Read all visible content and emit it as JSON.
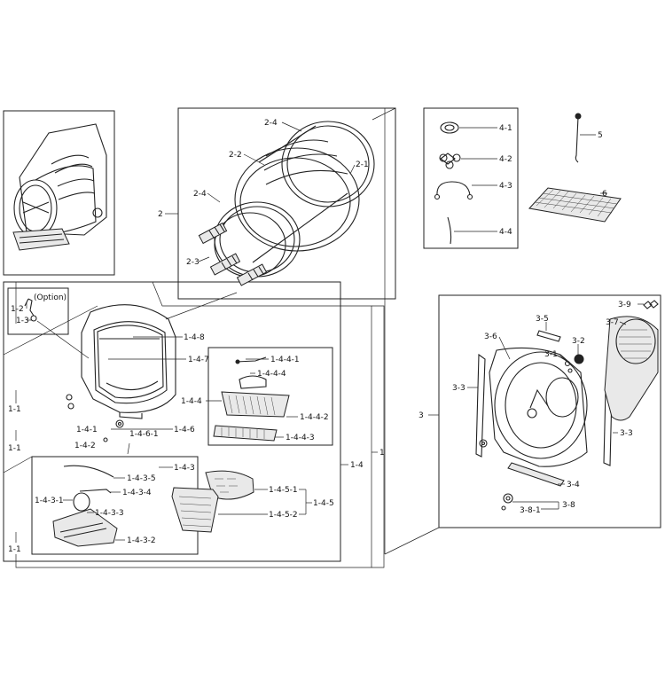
{
  "labels": {
    "l_1": "1",
    "l_1_1a": "1-1",
    "l_1_1b": "1-1",
    "l_1_1c": "1-1",
    "l_1_2": "1-2",
    "l_1_3": "1-3",
    "l_option": "(Option)",
    "l_1_4": "1-4",
    "l_1_4_1": "1-4-1",
    "l_1_4_2": "1-4-2",
    "l_1_4_3": "1-4-3",
    "l_1_4_3_1": "1-4-3-1",
    "l_1_4_3_2": "1-4-3-2",
    "l_1_4_3_3": "1-4-3-3",
    "l_1_4_3_4": "1-4-3-4",
    "l_1_4_3_5": "1-4-3-5",
    "l_1_4_4": "1-4-4",
    "l_1_4_4_1": "1-4-4-1",
    "l_1_4_4_2": "1-4-4-2",
    "l_1_4_4_3": "1-4-4-3",
    "l_1_4_4_4": "1-4-4-4",
    "l_1_4_5": "1-4-5",
    "l_1_4_5_1": "1-4-5-1",
    "l_1_4_5_2": "1-4-5-2",
    "l_1_4_6": "1-4-6",
    "l_1_4_6_1": "1-4-6-1",
    "l_1_4_7": "1-4-7",
    "l_1_4_8": "1-4-8",
    "l_2": "2",
    "l_2_1": "2-1",
    "l_2_2": "2-2",
    "l_2_3": "2-3",
    "l_2_4a": "2-4",
    "l_2_4b": "2-4",
    "l_3": "3",
    "l_3_1": "3-1",
    "l_3_2": "3-2",
    "l_3_3a": "3-3",
    "l_3_3b": "3-3",
    "l_3_4": "3-4",
    "l_3_5": "3-5",
    "l_3_6": "3-6",
    "l_3_7": "3-7",
    "l_3_8": "3-8",
    "l_3_8_1": "3-8-1",
    "l_3_9": "3-9",
    "l_4_1": "4-1",
    "l_4_2": "4-2",
    "l_4_3": "4-3",
    "l_4_4": "4-4",
    "l_5": "5",
    "l_6": "6"
  }
}
